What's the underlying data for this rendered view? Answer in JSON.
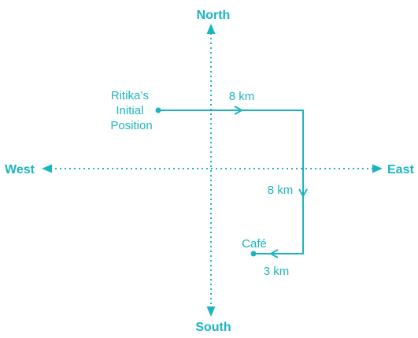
{
  "colors": {
    "accent": "#1bb5c1"
  },
  "directions": {
    "north": "North",
    "south": "South",
    "west": "West",
    "east": "East"
  },
  "start": {
    "line1": "Ritika’s",
    "line2": "Initial",
    "line3": "Position"
  },
  "segments": {
    "first": "8 km",
    "second": "8 km",
    "third": "3 km"
  },
  "destination": "Café"
}
